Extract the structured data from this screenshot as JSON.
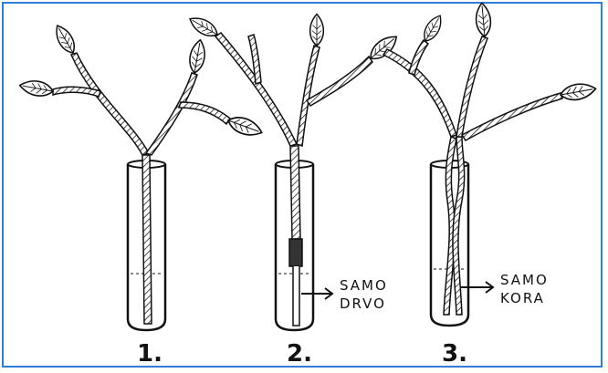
{
  "figure": {
    "border_color": "#2f7fd6",
    "ink_color": "#111111",
    "experiments": [
      {
        "number": "1.",
        "label_lines": []
      },
      {
        "number": "2.",
        "label_lines": [
          "SAMO",
          "DRVO"
        ]
      },
      {
        "number": "3.",
        "label_lines": [
          "SAMO",
          "KORA"
        ]
      }
    ],
    "icons": [
      "leaf-icon",
      "test-tube-icon",
      "arrow-icon"
    ]
  }
}
